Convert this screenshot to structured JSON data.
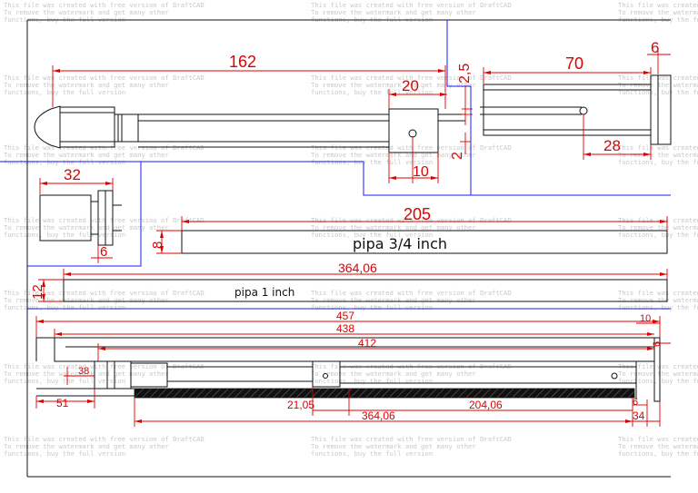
{
  "watermark": {
    "line1": "This file was created with free version of DraftCAD",
    "line2": "To remove the watermark and get many other",
    "line3": "functions, buy the full version"
  },
  "labels": {
    "pipe_3_4": "pipa 3/4 inch",
    "pipe_1": "pipa 1 inch"
  },
  "dimensions": {
    "d162": "162",
    "d20": "20",
    "d2_5": "2,5",
    "d2": "2",
    "d10": "10",
    "d70": "70",
    "d6_top": "6",
    "d28": "28",
    "d32": "32",
    "d6_small": "6",
    "d205": "205",
    "d8": "8",
    "d364_06_top": "364,06",
    "d12": "12",
    "d457": "457",
    "d438": "438",
    "d412": "412",
    "d10_right": "10",
    "d6_right": "6",
    "d38": "38",
    "d51": "51",
    "d21_05": "21,05",
    "d204_06": "204,06",
    "d364_06_bottom": "364,06",
    "d6_bottom": "6",
    "d34": "34"
  },
  "colors": {
    "dimension": "#e00000",
    "outline": "#111111",
    "boundary": "#1a1aff",
    "watermark": "#c8c8c8"
  }
}
